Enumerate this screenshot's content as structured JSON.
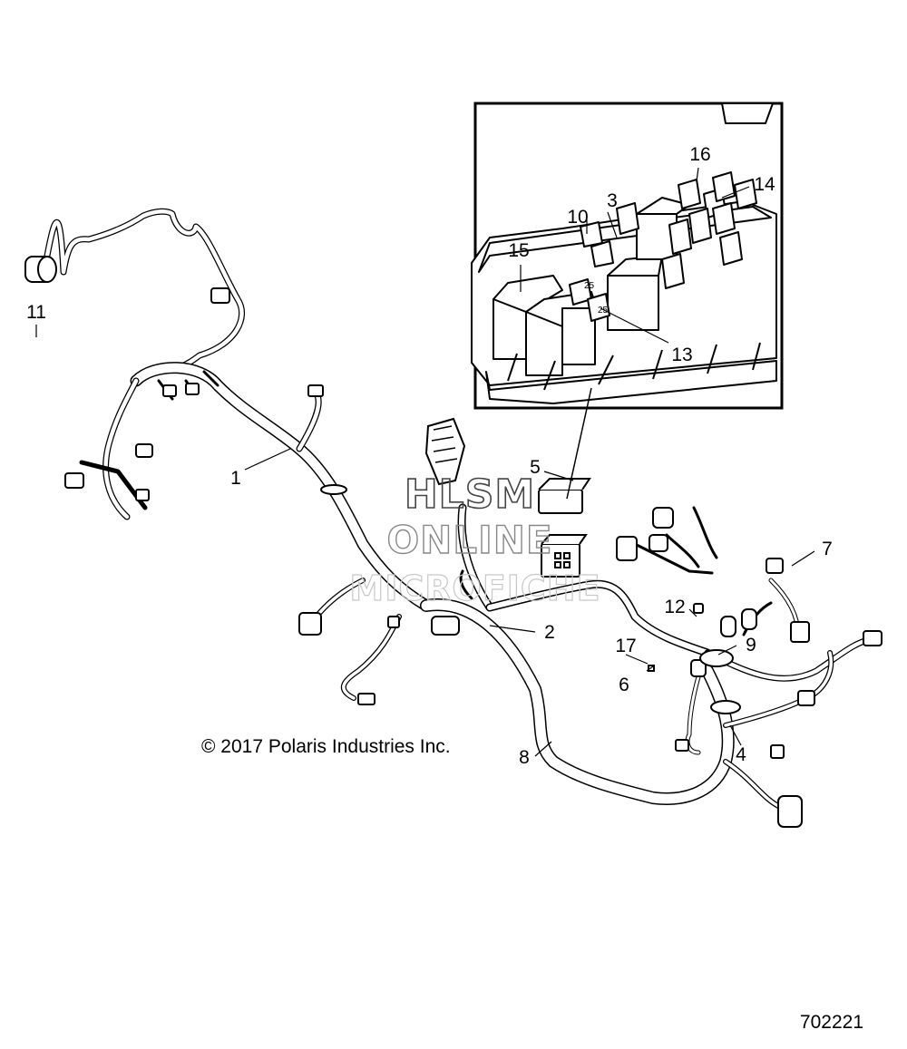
{
  "diagram": {
    "callouts": [
      "1",
      "2",
      "3",
      "4",
      "5",
      "6",
      "7",
      "8",
      "9",
      "10",
      "11",
      "12",
      "13",
      "14",
      "15",
      "16",
      "17"
    ],
    "fuse_labels": [
      "25",
      "25"
    ],
    "copyright": "© 2017 Polaris Industries Inc.",
    "drawing_number": "702221"
  },
  "watermark": {
    "line1": "HLSM",
    "line2": "ONLINE",
    "line3": "MICROFICHE"
  }
}
